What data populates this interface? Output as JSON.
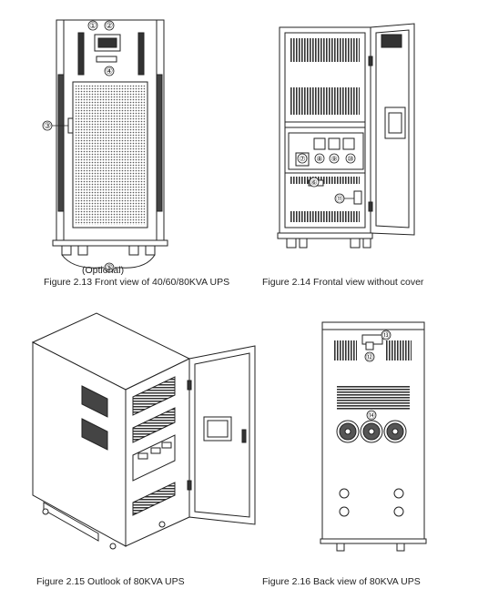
{
  "figures": [
    {
      "id": "fig213",
      "caption": "Figure 2.13 Front view of 40/60/80KVA UPS",
      "optional_label": "(Optional)",
      "callouts": [
        "①",
        "②",
        "③",
        "④",
        "⑤"
      ]
    },
    {
      "id": "fig214",
      "caption": "Figure 2.14 Frontal view without cover",
      "callouts": [
        "⑥",
        "⑦",
        "⑧",
        "⑨",
        "⑩",
        "⑪"
      ]
    },
    {
      "id": "fig215",
      "caption": "Figure 2.15 Outlook of 80KVA UPS"
    },
    {
      "id": "fig216",
      "caption": "Figure 2.16 Back view of 80KVA UPS",
      "callouts": [
        "⑫",
        "⑬",
        "⑭"
      ]
    }
  ]
}
